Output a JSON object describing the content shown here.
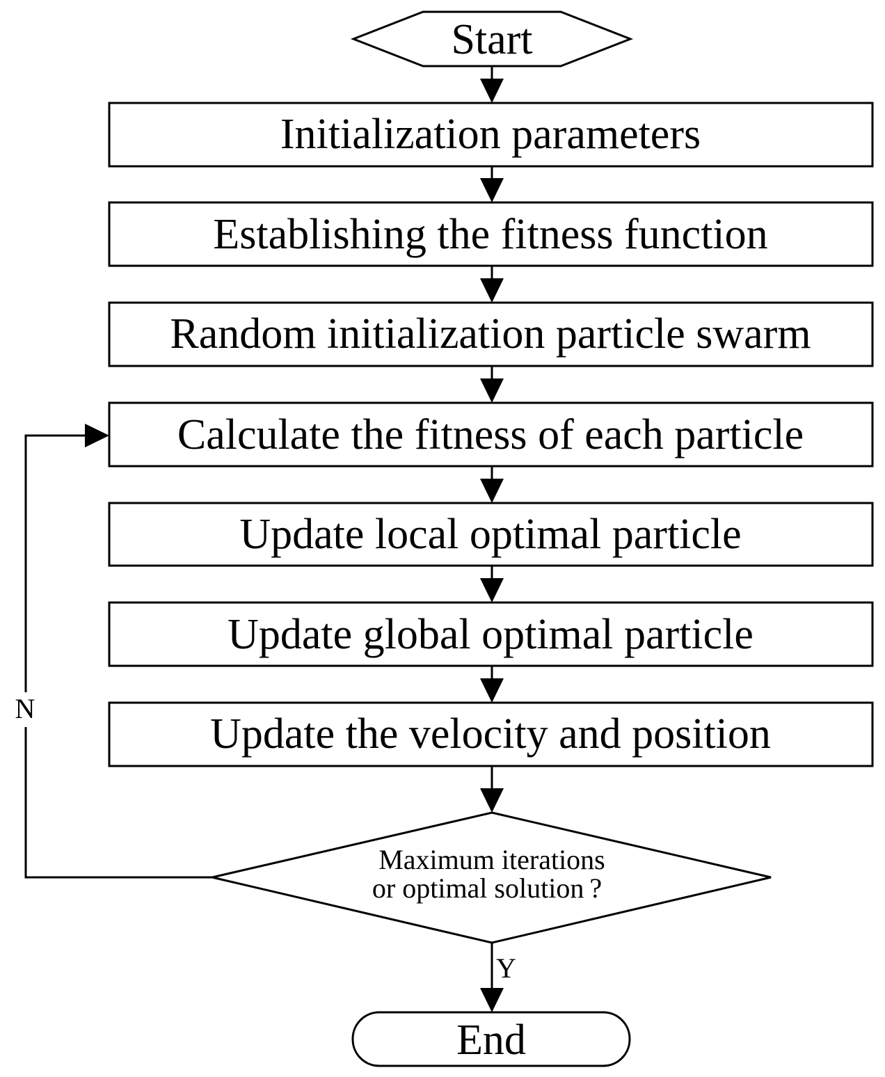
{
  "start": "Start",
  "steps": [
    "Initialization parameters",
    "Establishing the fitness function",
    "Random initialization particle swarm",
    "Calculate the fitness of each particle",
    "Update local optimal particle",
    "Update global optimal particle",
    "Update the velocity and position"
  ],
  "decision": {
    "line1": "Maximum  iterations",
    "line2": "or optimal solution ?"
  },
  "no_label": "N",
  "yes_label": "Y",
  "end": "End"
}
